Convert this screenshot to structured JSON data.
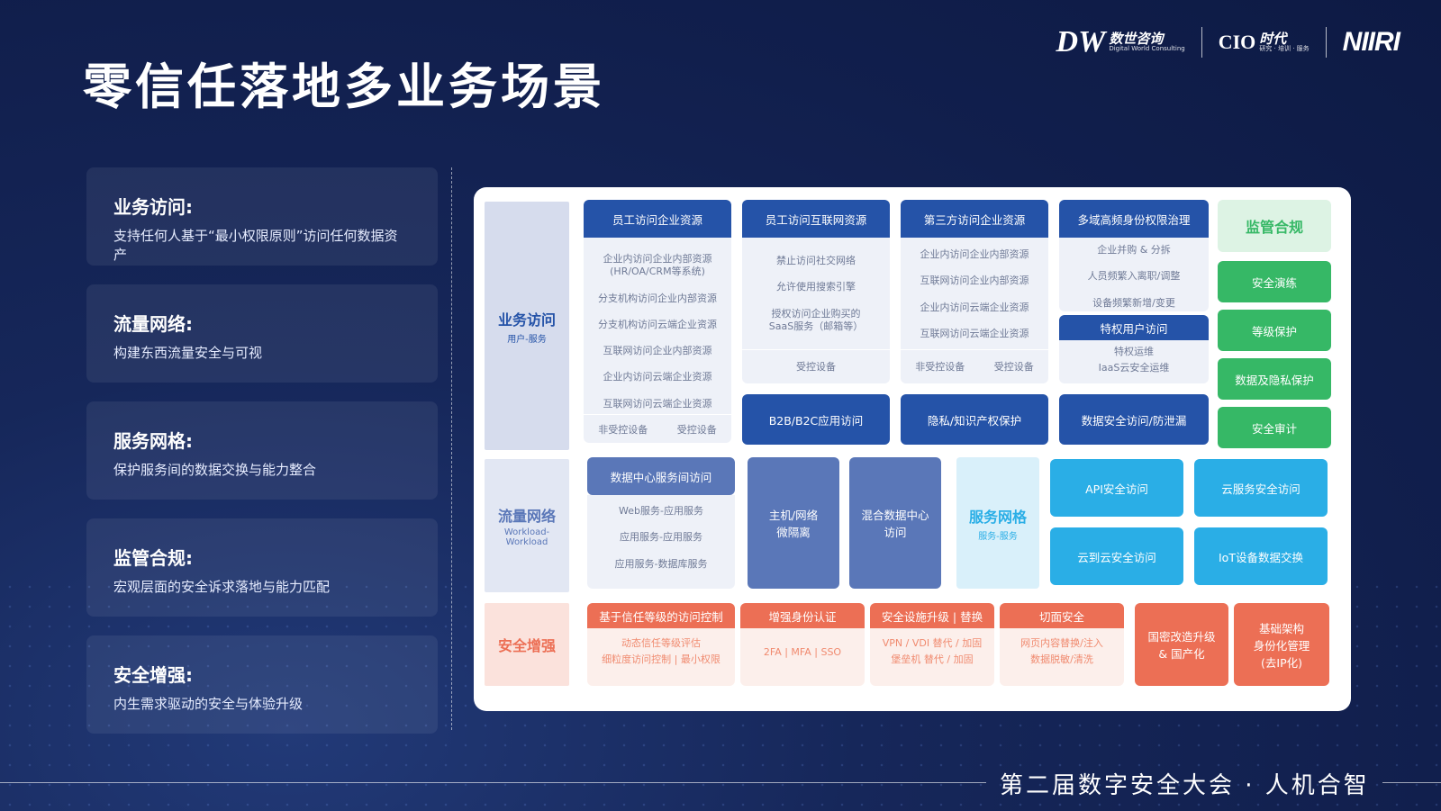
{
  "title": "零信任落地多业务场景",
  "logos": {
    "shushi": {
      "mark": "DW",
      "name": "数世咨询",
      "sub": "Digital World Consulting"
    },
    "cio": {
      "mark": "CIO",
      "name": "时代",
      "sub": "研究 · 培训 · 服务"
    },
    "niiri": {
      "mark": "NIIRI"
    }
  },
  "left_cards": [
    {
      "heading": "业务访问:",
      "desc": "支持任何人基于“最小权限原则”访问任何数据资产"
    },
    {
      "heading": "流量网络:",
      "desc": "构建东西流量安全与可视"
    },
    {
      "heading": "服务网格:",
      "desc": "保护服务间的数据交换与能力整合"
    },
    {
      "heading": "监管合规:",
      "desc": "宏观层面的安全诉求落地与能力匹配"
    },
    {
      "heading": "安全增强:",
      "desc": "内生需求驱动的安全与体验升级"
    }
  ],
  "rows": {
    "business": {
      "main": "业务访问",
      "sub": "用户-服务"
    },
    "traffic": {
      "main": "流量网络",
      "sub": "Workload-Workload"
    },
    "security": {
      "main": "安全增强"
    }
  },
  "business_cols": [
    {
      "header": "员工访问企业资源",
      "items": [
        "企业内访问企业内部资源\n(HR/OA/CRM等系统)",
        "分支机构访问企业内部资源",
        "分支机构访问云端企业资源",
        "互联网访问企业内部资源",
        "企业内访问云端企业资源",
        "互联网访问云端企业资源"
      ],
      "footer": [
        "非受控设备",
        "受控设备"
      ]
    },
    {
      "header": "员工访问互联网资源",
      "items": [
        "禁止访问社交网络",
        "允许使用搜索引擎",
        "授权访问企业购买的\nSaaS服务（邮箱等）"
      ],
      "footer": [
        "受控设备"
      ]
    },
    {
      "header": "第三方访问企业资源",
      "items": [
        "企业内访问企业内部资源",
        "互联网访问企业内部资源",
        "企业内访问云端企业资源",
        "互联网访问云端企业资源"
      ],
      "footer": [
        "非受控设备",
        "受控设备"
      ]
    },
    {
      "header": "多域高频身份权限治理",
      "items": [
        "企业并购 & 分拆",
        "人员频繁入离职/调整",
        "设备频繁新增/变更"
      ],
      "sub_header": "特权用户访问",
      "sub_items": [
        "特权运维",
        "IaaS云安全运维"
      ]
    }
  ],
  "business_blocks": [
    "B2B/B2C应用访问",
    "隐私/知识产权保护",
    "数据安全访问/防泄漏"
  ],
  "compliance": {
    "header": "监管合规",
    "items": [
      "安全演练",
      "等级保护",
      "数据及隐私保护",
      "安全审计"
    ]
  },
  "traffic": {
    "dc": {
      "header": "数据中心服务间访问",
      "items": [
        "Web服务-应用服务",
        "应用服务-应用服务",
        "应用服务-数据库服务"
      ]
    },
    "blocks": [
      "主机/网络\n微隔离",
      "混合数据中心\n访问"
    ],
    "mesh": {
      "main": "服务网格",
      "sub": "服务-服务"
    },
    "cyan": [
      "API安全访问",
      "云服务安全访问",
      "云到云安全访问",
      "IoT设备数据交换"
    ]
  },
  "security_cols": [
    {
      "header": "基于信任等级的访问控制",
      "lines": [
        "动态信任等级评估",
        "细粒度访问控制 | 最小权限"
      ]
    },
    {
      "header": "增强身份认证",
      "lines": [
        "2FA | MFA | SSO"
      ]
    },
    {
      "header": "安全设施升级 | 替换",
      "lines": [
        "VPN / VDI 替代 / 加固",
        "堡垒机 替代 / 加固"
      ]
    },
    {
      "header": "切面安全",
      "lines": [
        "网页内容替换/注入",
        "数据脱敏/清洗"
      ]
    }
  ],
  "security_blocks": [
    "国密改造升级\n& 国产化",
    "基础架构\n身份化管理\n(去IP化)"
  ],
  "footer": "第二届数字安全大会 · 人机合智",
  "colors": {
    "navy": "#2553a8",
    "green": "#36b866",
    "cyan": "#2aaee6",
    "coral": "#ec6f55",
    "slate": "#5a77b8"
  }
}
